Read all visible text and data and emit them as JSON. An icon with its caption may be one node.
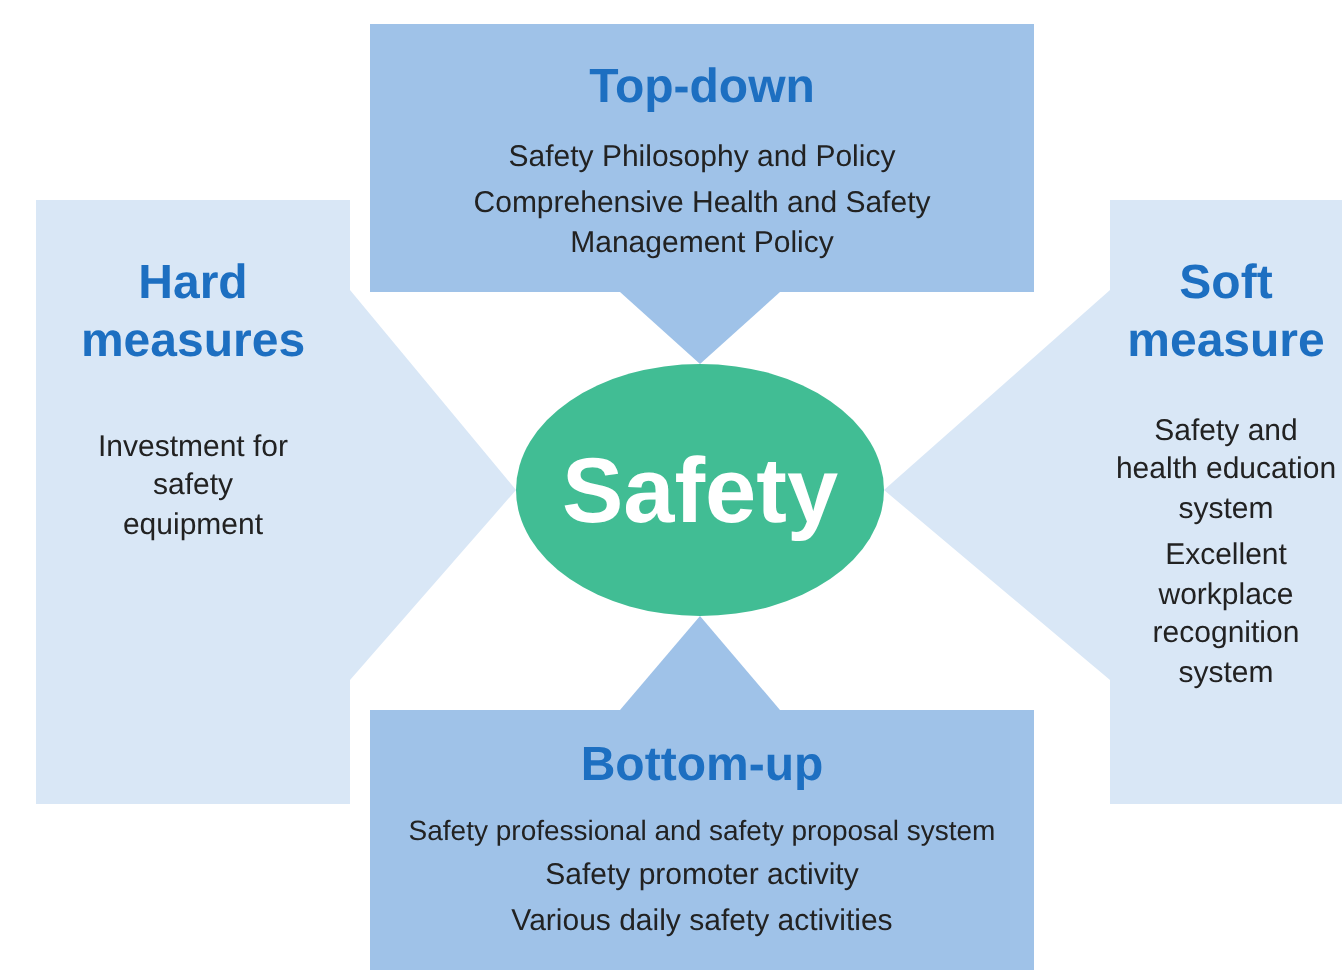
{
  "diagram": {
    "nodes": [
      {
        "text": [
          "Top-down",
          "Safety Philosophy and Policy",
          "Comprehensive Health and Safety Management Policy"
        ]
      },
      {
        "text": [
          "Hard measures",
          "Investment for safety equipment"
        ]
      },
      {
        "text": [
          "Safety"
        ]
      },
      {
        "text": [
          "Soft measure",
          "Safety and health education system",
          "Excellent workplace recognition system"
        ]
      },
      {
        "text": [
          "Bottom-up",
          "Safety professional and safety proposal system",
          "Safety promoter activity",
          "Various daily safety activities"
        ]
      }
    ],
    "edges": [
      {
        "from": 0,
        "to": 2,
        "arrow": "to",
        "style": "thick",
        "color": "#9fc2e8"
      },
      {
        "from": 1,
        "to": 2,
        "arrow": "to",
        "style": "thick",
        "color": "#d9e7f6"
      },
      {
        "from": 3,
        "to": 2,
        "arrow": "to",
        "style": "thick",
        "color": "#d9e7f6"
      },
      {
        "from": 4,
        "to": 2,
        "arrow": "to",
        "style": "thick",
        "color": "#9fc2e8"
      }
    ]
  }
}
